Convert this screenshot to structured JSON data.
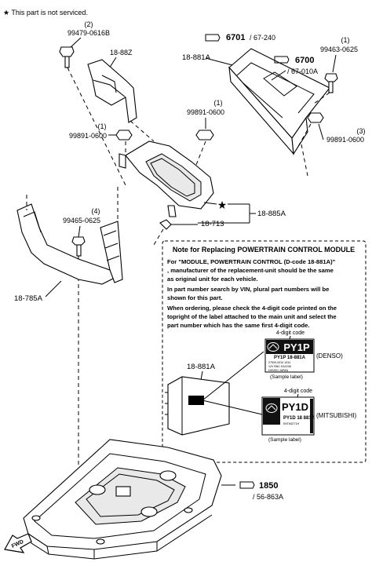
{
  "header": {
    "note": "★ This part is not serviced."
  },
  "callouts": {
    "bolt_top_left": {
      "qty": "(2)",
      "code": "99479-0616B"
    },
    "bracket_top": {
      "code": "18-88Z"
    },
    "pcm_unit": {
      "code": "18-881A"
    },
    "ref_6701": {
      "num": "6701",
      "sub": "/ 67-240"
    },
    "ref_6700": {
      "num": "6700",
      "sub": "/ 67-010A"
    },
    "bolt_right": {
      "qty": "(1)",
      "code": "99463-0625"
    },
    "nut_center": {
      "qty": "(1)",
      "code": "99891-0600"
    },
    "nut_left": {
      "qty": "(1)",
      "code": "99891-0600"
    },
    "nut_right": {
      "qty": "(3)",
      "code": "99891-0600"
    },
    "bolt_mid": {
      "qty": "(4)",
      "code": "99465-0625"
    },
    "bracket_assy": {
      "code": "18-885A"
    },
    "clip": {
      "code": "18-713"
    },
    "lower_bracket": {
      "code": "18-785A"
    },
    "ref_1850": {
      "num": "1850",
      "sub": "/ 56-863A"
    }
  },
  "note_box": {
    "title": "Note for Replacing POWERTRAIN CONTROL MODULE",
    "lines": [
      "For \"MODULE, POWERTRAIN CONTROL (D-code 18-881A)\"",
      ", manufacturer of the replacement-unit should be the same",
      "as original unit for each vehicle.",
      "In part number search by VIN, plural part numbers will be",
      "shown for this part.",
      "When ordering, please check the 4-digit code printed on the",
      "topright of the label attached to the main unit and select the",
      "part number which has the same first 4-digit code."
    ],
    "unit_label": "18-881A",
    "denso": {
      "code_caption": "4-digit code",
      "code": "PY1P",
      "sub_code": "PY1P   18-881A",
      "small_lines": [
        "27500-0010 1034",
        "12V    BNC  KA2238",
        "DENSO  JAPAN"
      ],
      "maker": "(DENSO)",
      "sample": "(Sample label)"
    },
    "mitsubishi": {
      "code_caption": "4-digit code",
      "code": "PY1D",
      "sub_code": "PY1D 18 881A",
      "small_lines": [
        "E6T60271H"
      ],
      "maker": "(MITSUBISHI)",
      "sample": "(Sample label)"
    }
  },
  "fwd_label": "FWD"
}
